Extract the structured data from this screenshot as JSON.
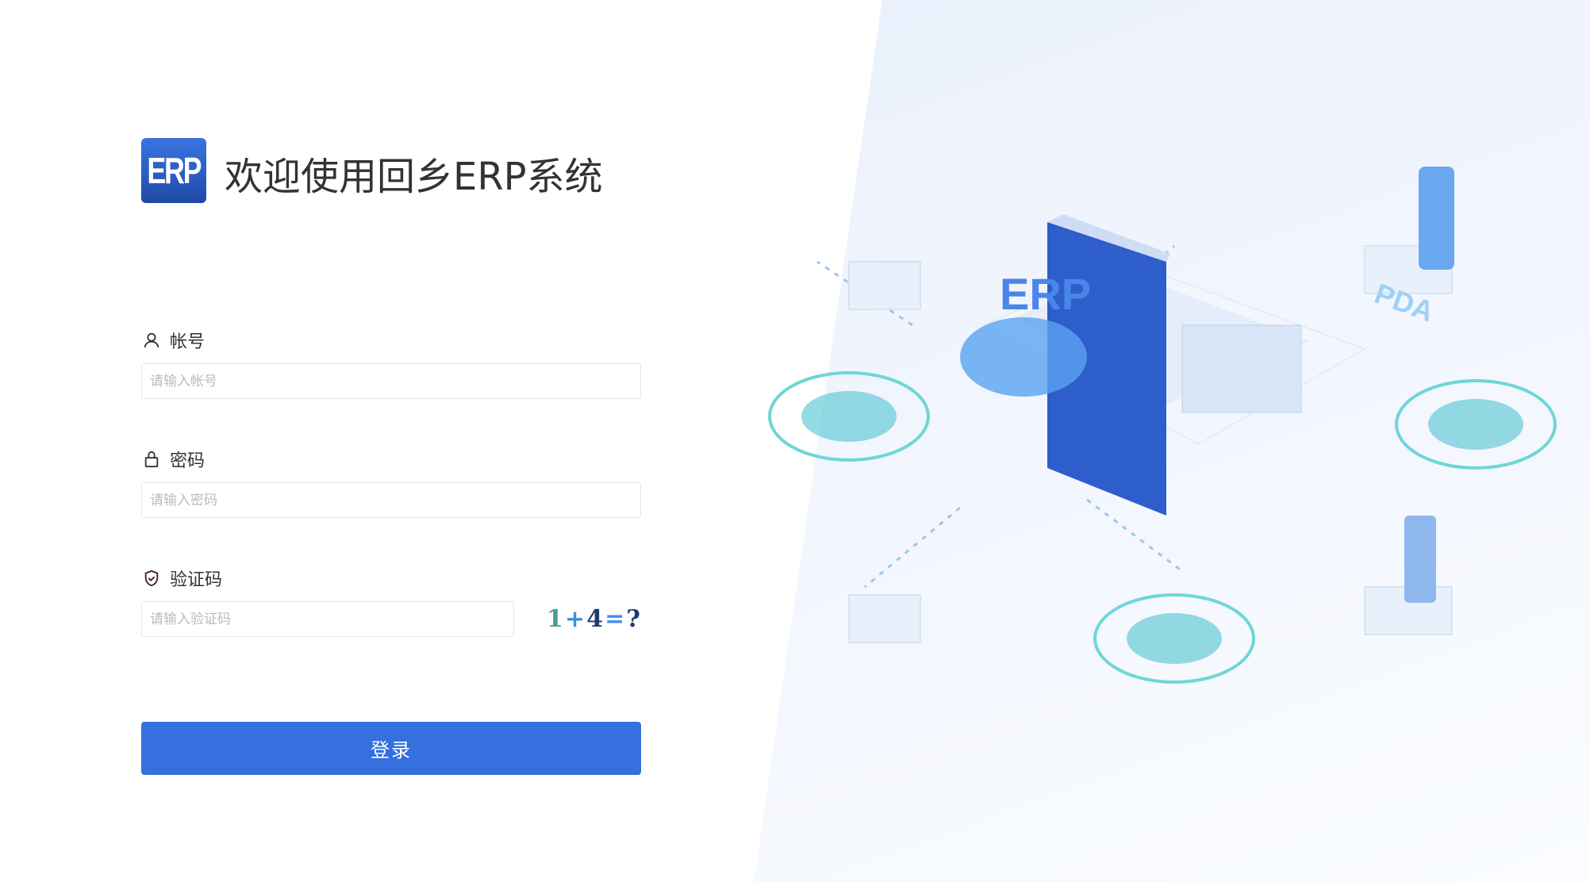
{
  "logo": {
    "text": "ERP"
  },
  "title": "欢迎使用回乡ERP系统",
  "form": {
    "account": {
      "label": "帐号",
      "placeholder": "请输入帐号",
      "value": ""
    },
    "password": {
      "label": "密码",
      "placeholder": "请输入密码",
      "value": ""
    },
    "captcha": {
      "label": "验证码",
      "placeholder": "请输入验证码",
      "value": "",
      "image_text": [
        "1",
        "+",
        "4",
        "=",
        "?"
      ]
    }
  },
  "login_button": "登录",
  "illustration": {
    "labels": [
      "ERP",
      "PDA"
    ]
  },
  "colors": {
    "primary": "#356fe0",
    "background_right": "#e6eefc"
  }
}
